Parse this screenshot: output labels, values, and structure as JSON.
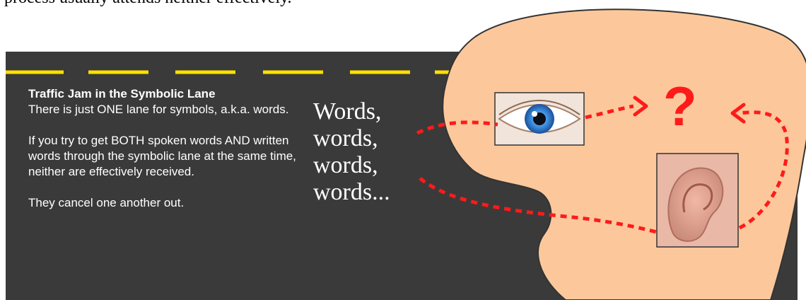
{
  "header": {
    "text": "process usually attends neither effectively."
  },
  "lane_box": {
    "title": "Traffic Jam in the Symbolic Lane",
    "line1": "There is just ONE lane for symbols, a.k.a. words.",
    "line2": "If you try to get BOTH spoken words AND written words through the symbolic lane at the same time, neither are effectively received.",
    "line3": "They cancel one another out."
  },
  "words": [
    "Words,",
    "words,",
    "words,",
    "words..."
  ],
  "brain": {
    "question_mark": "?",
    "eye_icon": "eye-icon",
    "ear_icon": "ear-icon"
  },
  "colors": {
    "road": "#3a3a3a",
    "lane_stripe": "#ffe000",
    "head": "#fcc89b",
    "arrow": "#ff1a1a"
  }
}
